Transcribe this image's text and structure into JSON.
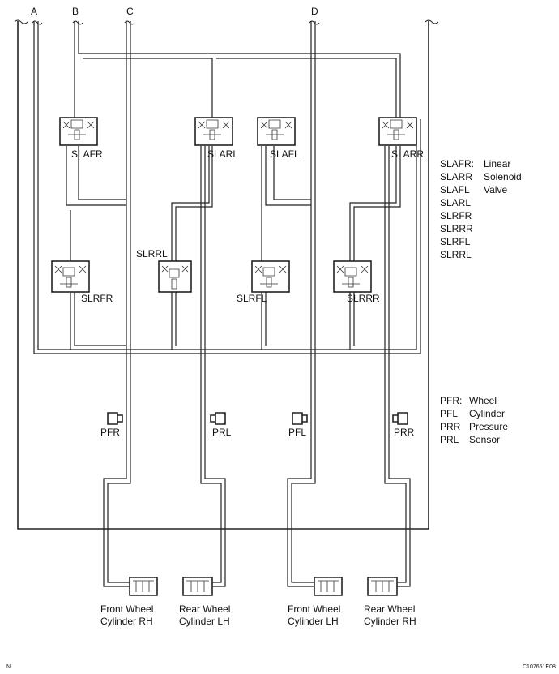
{
  "lines": {
    "a": "A",
    "b": "B",
    "c": "C",
    "d": "D"
  },
  "valves": {
    "slafr": "SLAFR",
    "slarl": "SLARL",
    "slafl": "SLAFL",
    "slarr": "SLARR",
    "slrfr": "SLRFR",
    "slrrl": "SLRRL",
    "slrfl": "SLRFL",
    "slrrr": "SLRRR"
  },
  "legend_valves": {
    "codes": [
      "SLAFR:",
      "SLARR",
      "SLAFL",
      "SLARL",
      "SLRFR",
      "SLRRR",
      "SLRFL",
      "SLRRL"
    ],
    "description": [
      "Linear",
      "Solenoid",
      "Valve"
    ]
  },
  "sensors": {
    "pfr": "PFR",
    "prl": "PRL",
    "pfl": "PFL",
    "prr": "PRR"
  },
  "legend_sensors": {
    "codes": [
      "PFR:",
      "PFL",
      "PRR",
      "PRL"
    ],
    "description": [
      "Wheel",
      "Cylinder",
      "Pressure",
      "Sensor"
    ]
  },
  "cylinders": {
    "front_rh": [
      "Front Wheel",
      "Cylinder RH"
    ],
    "rear_lh": [
      "Rear Wheel",
      "Cylinder LH"
    ],
    "front_lh": [
      "Front Wheel",
      "Cylinder LH"
    ],
    "rear_rh": [
      "Rear Wheel",
      "Cylinder RH"
    ]
  },
  "footer": {
    "left": "N",
    "right": "C107651E08"
  }
}
